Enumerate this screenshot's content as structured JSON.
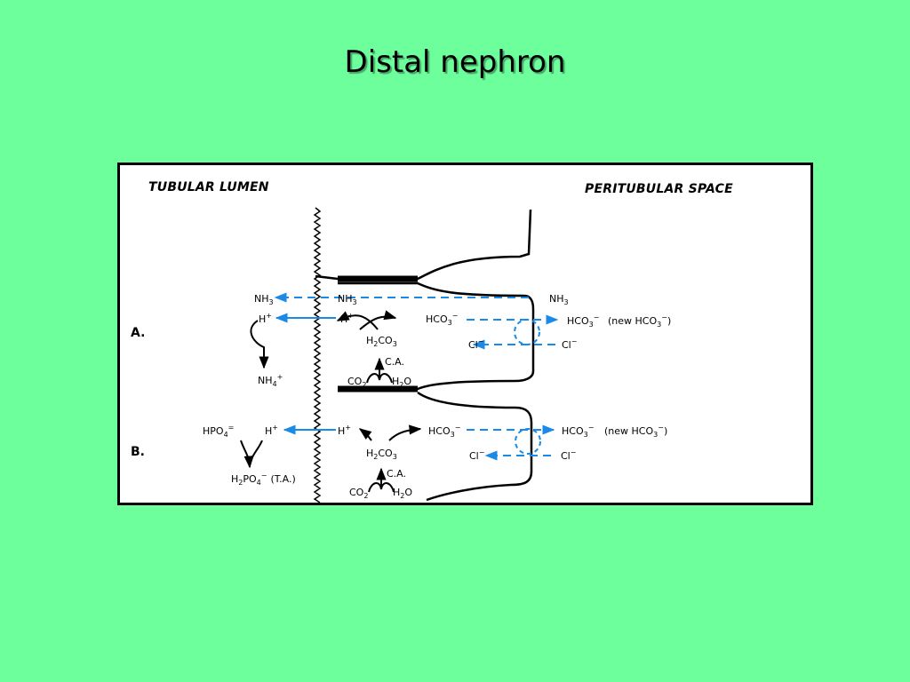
{
  "slide": {
    "title": "Distal nephron"
  },
  "diagram": {
    "headers": {
      "lumen": "TUBULAR LUMEN",
      "peritubular": "PERITUBULAR SPACE"
    },
    "sections": {
      "a": "A.",
      "b": "B."
    },
    "a": {
      "nh3_lumen": "NH",
      "nh3_lumen_sub": "3",
      "nh3_cell": "NH",
      "nh3_cell_sub": "3",
      "nh3_peri": "NH",
      "nh3_peri_sub": "3",
      "h_lumen": "H",
      "h_lumen_sup": "+",
      "h_cell": "H",
      "h_cell_sup": "+",
      "hco3_cell": "HCO",
      "hco3_cell_sub": "3",
      "hco3_cell_sup": "−",
      "hco3_peri": "HCO",
      "hco3_peri_sub": "3",
      "hco3_peri_sup": "−",
      "new_hco3": "(new HCO",
      "new_hco3_sub": "3",
      "new_hco3_sup": "−",
      "new_hco3_close": ")",
      "h2co3_h": "H",
      "h2co3_sub1": "2",
      "h2co3_co": "CO",
      "h2co3_sub2": "3",
      "ca": "C.A.",
      "co2": "CO",
      "co2_sub": "2",
      "h2o_h": "H",
      "h2o_sub": "2",
      "h2o_o": "O",
      "cl_cell": "Cl",
      "cl_cell_sup": "−",
      "cl_peri": "Cl",
      "cl_peri_sup": "−",
      "nh4": "NH",
      "nh4_sub": "4",
      "nh4_sup": "+"
    },
    "b": {
      "hpo4": "HPO",
      "hpo4_sub": "4",
      "hpo4_sup": "=",
      "h_lumen": "H",
      "h_lumen_sup": "+",
      "h_cell": "H",
      "h_cell_sup": "+",
      "hco3_cell": "HCO",
      "hco3_cell_sub": "3",
      "hco3_cell_sup": "−",
      "hco3_peri": "HCO",
      "hco3_peri_sub": "3",
      "hco3_peri_sup": "−",
      "new_hco3": "(new HCO",
      "new_hco3_sub": "3",
      "new_hco3_sup": "−",
      "new_hco3_close": ")",
      "h2co3_h": "H",
      "h2co3_sub1": "2",
      "h2co3_co": "CO",
      "h2co3_sub2": "3",
      "ca": "C.A.",
      "co2": "CO",
      "co2_sub": "2",
      "h2o_h": "H",
      "h2o_sub": "2",
      "h2o_o": "O",
      "cl_cell": "Cl",
      "cl_cell_sup": "−",
      "cl_peri": "Cl",
      "cl_peri_sup": "−",
      "h2po4_h": "H",
      "h2po4_sub1": "2",
      "h2po4_po": "PO",
      "h2po4_sub2": "4",
      "h2po4_sup": "−",
      "h2po4_ta": "(T.A.)"
    }
  },
  "colors": {
    "background": "#6cff9c",
    "transport": "#1a8ae6",
    "ink": "#000000"
  }
}
